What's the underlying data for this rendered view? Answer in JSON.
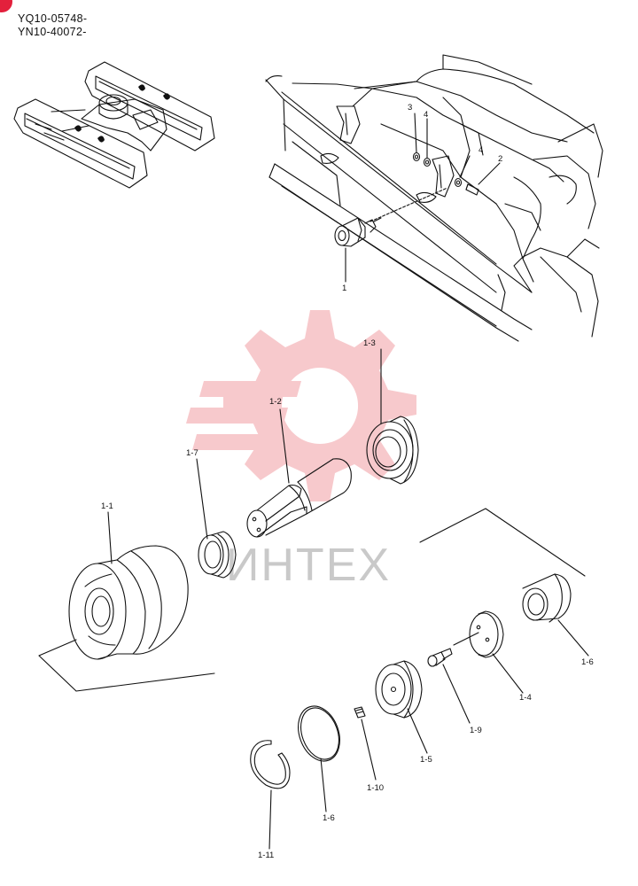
{
  "header": {
    "serial_1": "YQ10-05748-",
    "serial_2": "YN10-40072-"
  },
  "watermark": {
    "text": "ИНТЕХ",
    "color": "#c9c9c9",
    "gear_color": "#f7c9cc"
  },
  "accent": "#e3203c",
  "callouts": {
    "c1": "1",
    "c2": "2",
    "c3": "3",
    "c4a": "4",
    "c4b": "4",
    "c1_1": "1-1",
    "c1_2": "1-2",
    "c1_3": "1-3",
    "c1_4": "1-4",
    "c1_5": "1-5",
    "c1_6a": "1-6",
    "c1_6b": "1-6",
    "c1_7": "1-7",
    "c1_9": "1-9",
    "c1_10": "1-10",
    "c1_11": "1-11"
  }
}
